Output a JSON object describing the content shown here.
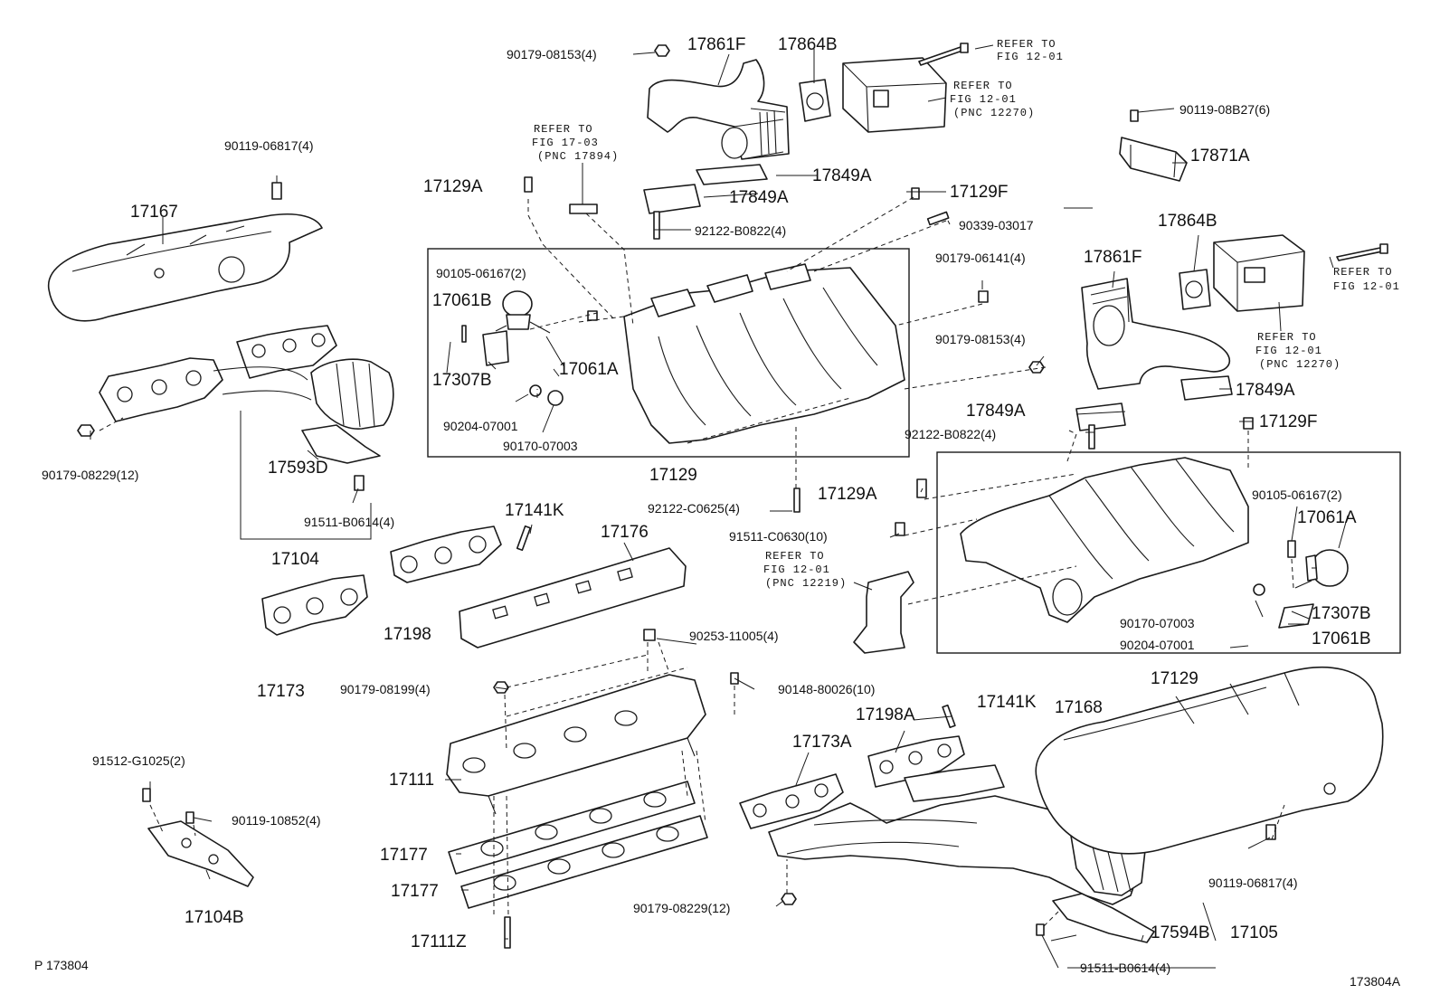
{
  "labels": {
    "l_90179_08153a": "90179-08153(4)",
    "l_17861F_a": "17861F",
    "l_17864B_a": "17864B",
    "l_90119_06817_a": "90119-06817(4)",
    "l_17167": "17167",
    "l_17129A_a": "17129A",
    "l_17849A_a": "17849A",
    "l_17849A_b": "17849A",
    "l_17129F_a": "17129F",
    "l_92122_B0822_a": "92122-B0822(4)",
    "l_90339_03017": "90339-03017",
    "l_90119_08B27": "90119-08B27(6)",
    "l_17871A": "17871A",
    "l_17864B_b": "17864B",
    "l_17861F_b": "17861F",
    "l_90179_06141": "90179-06141(4)",
    "l_90105_06167_a": "90105-06167(2)",
    "l_17061B_a": "17061B",
    "l_17307B_a": "17307B",
    "l_17061A_a": "17061A",
    "l_90204_07001_a": "90204-07001",
    "l_90170_07003_a": "90170-07003",
    "l_17129_a": "17129",
    "l_90179_08153b": "90179-08153(4)",
    "l_17849A_c": "17849A",
    "l_17849A_d": "17849A",
    "l_92122_B0822_b": "92122-B0822(4)",
    "l_17129F_b": "17129F",
    "l_90179_08229_a": "90179-08229(12)",
    "l_17593D": "17593D",
    "l_91511_B0614_a": "91511-B0614(4)",
    "l_17104": "17104",
    "l_17141K_a": "17141K",
    "l_17176": "17176",
    "l_92122_C0625": "92122-C0625(4)",
    "l_17129A_b": "17129A",
    "l_91511_C0630": "91511-C0630(10)",
    "l_90105_06167_b": "90105-06167(2)",
    "l_17061A_b": "17061A",
    "l_17198": "17198",
    "l_17173": "17173",
    "l_90253_11005": "90253-11005(4)",
    "l_90170_07003_b": "90170-07003",
    "l_17307B_b": "17307B",
    "l_90204_07001_b": "90204-07001",
    "l_17061B_b": "17061B",
    "l_17129_b": "17129",
    "l_90179_08199": "90179-08199(4)",
    "l_90148_80026": "90148-80026(10)",
    "l_17141K_b": "17141K",
    "l_17198A": "17198A",
    "l_17168": "17168",
    "l_17173A": "17173A",
    "l_17111": "17111",
    "l_91512_G1025": "91512-G1025(2)",
    "l_90119_10852": "90119-10852(4)",
    "l_17177_a": "17177",
    "l_17177_b": "17177",
    "l_17104B": "17104B",
    "l_90179_08229_b": "90179-08229(12)",
    "l_90119_06817_b": "90119-06817(4)",
    "l_17594B": "17594B",
    "l_17105": "17105",
    "l_17111Z": "17111Z",
    "l_91511_B0614_b": "91511-B0614(4)",
    "l_p_code": "P 173804",
    "l_fig_code": "173804A"
  },
  "refer_notes": {
    "r1_line1": "REFER TO",
    "r1_line2": "FIG 12-01",
    "r2_line1": "REFER TO",
    "r2_line2": "FIG 12-01",
    "r2_line3": "(PNC 12270)",
    "r3_line1": "REFER TO",
    "r3_line2": "FIG 17-03",
    "r3_line3": "(PNC 17894)",
    "r4_line1": "REFER TO",
    "r4_line2": "FIG 12-01",
    "r5_line1": "REFER TO",
    "r5_line2": "FIG 12-01",
    "r5_line3": "(PNC 12270)",
    "r6_line1": "REFER TO",
    "r6_line2": "FIG 12-01",
    "r6_line3": "(PNC 12219)"
  }
}
